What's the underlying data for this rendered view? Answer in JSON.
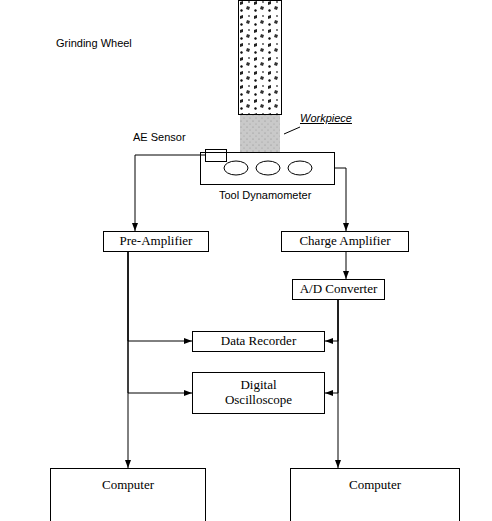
{
  "diagram": {
    "nodes": [
      {
        "text": [
          "Grinding Wheel"
        ]
      },
      {
        "text": [
          "Workpiece"
        ]
      },
      {
        "text": [
          "AE Sensor"
        ]
      },
      {
        "text": [
          "Tool Dynamometer"
        ]
      },
      {
        "text": [
          "Pre-Amplifier"
        ]
      },
      {
        "text": [
          "Charge Amplifier"
        ]
      },
      {
        "text": [
          "A/D Converter"
        ]
      },
      {
        "text": [
          "Data Recorder"
        ]
      },
      {
        "text": [
          "Digital Oscilloscope"
        ]
      },
      {
        "text": [
          "Computer"
        ]
      },
      {
        "text": [
          "Computer"
        ]
      }
    ],
    "edges": [
      {
        "from": 2,
        "to": 4,
        "arrow": "to"
      },
      {
        "from": 3,
        "to": 5,
        "arrow": "to"
      },
      {
        "from": 5,
        "to": 6,
        "arrow": "to"
      },
      {
        "from": 4,
        "to": 7,
        "arrow": "to"
      },
      {
        "from": 4,
        "to": 8,
        "arrow": "to"
      },
      {
        "from": 4,
        "to": 9,
        "arrow": "to"
      },
      {
        "from": 6,
        "to": 7,
        "arrow": "to"
      },
      {
        "from": 6,
        "to": 8,
        "arrow": "to"
      },
      {
        "from": 6,
        "to": 10,
        "arrow": "to"
      }
    ]
  }
}
